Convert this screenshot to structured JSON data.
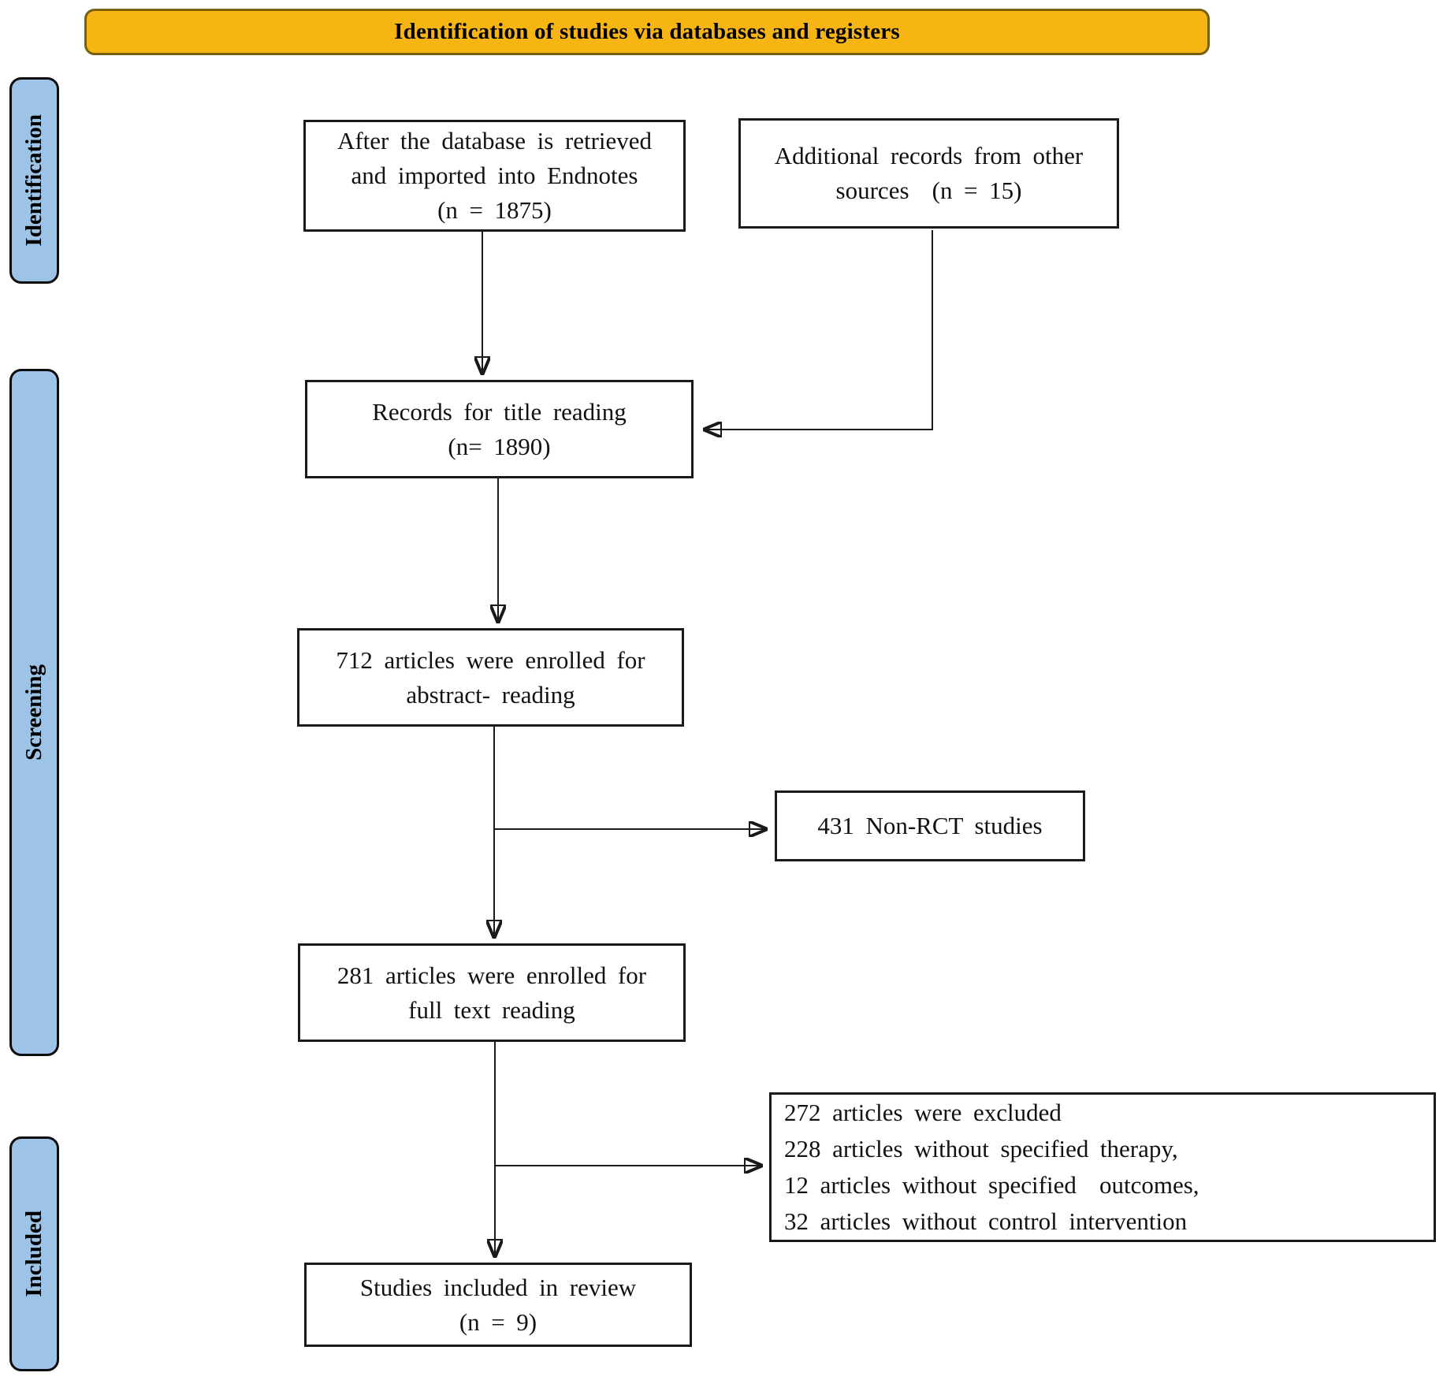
{
  "banner": {
    "label": "Identification of studies via databases and registers",
    "fill": "#F6B513",
    "border": "#77600F"
  },
  "sidebar": {
    "fill": "#9DC3E6",
    "stages": [
      {
        "id": "identification",
        "label": "Identification"
      },
      {
        "id": "screening",
        "label": "Screening"
      },
      {
        "id": "included",
        "label": "Included"
      }
    ]
  },
  "boxes": {
    "database_import": {
      "lines": [
        "After the database is retrieved",
        "and imported into Endnotes",
        "(n = 1875)"
      ],
      "n": 1875
    },
    "additional_records": {
      "lines": [
        "Additional records from other",
        "sources  (n = 15)"
      ],
      "n": 15
    },
    "title_reading": {
      "lines": [
        "Records for title reading",
        "(n= 1890)"
      ],
      "n": 1890
    },
    "abstract_reading": {
      "lines": [
        "712 articles were enrolled for",
        "abstract- reading"
      ],
      "n": 712
    },
    "non_rct_excluded": {
      "lines": [
        "431 Non-RCT studies"
      ],
      "n": 431
    },
    "full_text_reading": {
      "lines": [
        "281 articles were enrolled for",
        "full text reading"
      ],
      "n": 281
    },
    "full_text_excluded": {
      "lines": [
        "272 articles were excluded",
        "228 articles without specified therapy,",
        "12 articles without specified  outcomes,",
        "32 articles without control intervention"
      ],
      "n": 272
    },
    "included_in_review": {
      "lines": [
        "Studies included in review",
        "(n = 9)"
      ],
      "n": 9
    }
  }
}
